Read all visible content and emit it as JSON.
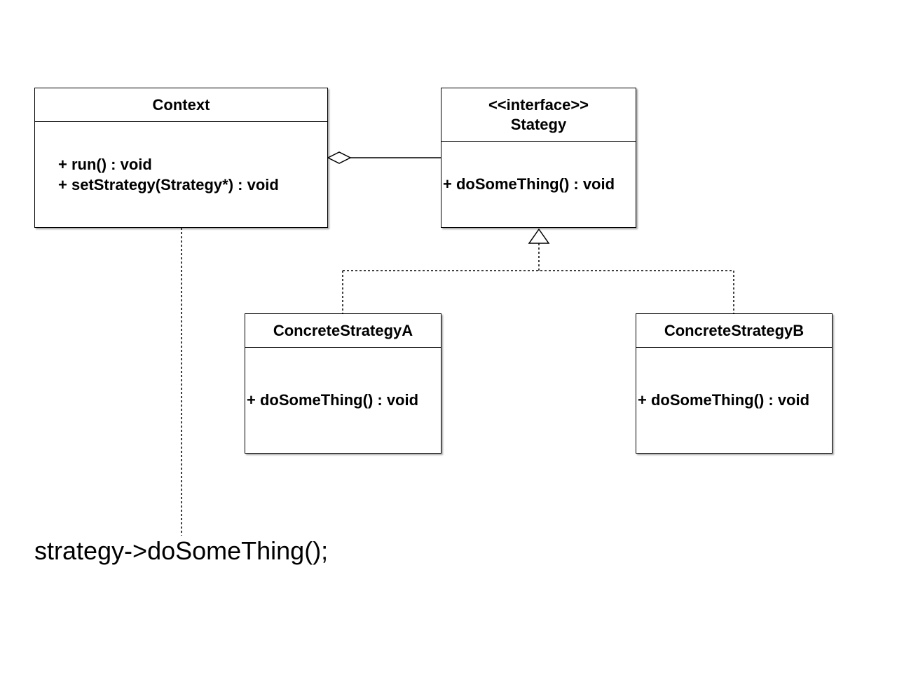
{
  "diagram": {
    "classes": {
      "context": {
        "name": "Context",
        "methods": [
          "+ run() : void",
          "+ setStrategy(Strategy*) : void"
        ]
      },
      "strategy": {
        "stereotype": "<<interface>>",
        "name": "Stategy",
        "methods": [
          "+ doSomeThing() : void"
        ]
      },
      "concrete_a": {
        "name": "ConcreteStrategyA",
        "methods": [
          "+ doSomeThing() : void"
        ]
      },
      "concrete_b": {
        "name": "ConcreteStrategyB",
        "methods": [
          "+ doSomeThing() : void"
        ]
      }
    },
    "relationships": [
      {
        "type": "aggregation",
        "from": "Context",
        "to": "Stategy"
      },
      {
        "type": "realization",
        "from": "ConcreteStrategyA",
        "to": "Stategy"
      },
      {
        "type": "realization",
        "from": "ConcreteStrategyB",
        "to": "Stategy"
      },
      {
        "type": "note-link",
        "from": "Context",
        "to": "note"
      }
    ],
    "note": {
      "text": "strategy->doSomeThing();"
    }
  }
}
